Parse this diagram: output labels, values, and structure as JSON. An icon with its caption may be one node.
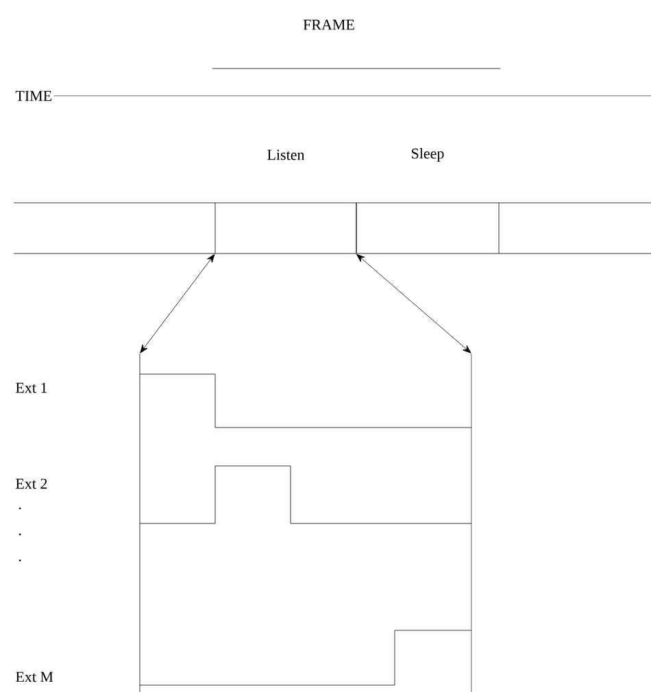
{
  "diagram": {
    "title": "FRAME",
    "nodes": [
      {
        "text": [
          "Listen"
        ]
      },
      {
        "text": [
          "Sleep"
        ]
      }
    ],
    "edges": [
      {
        "from": 0,
        "to": null,
        "arrow": "both"
      },
      {
        "from": 1,
        "to": null,
        "arrow": "both"
      }
    ],
    "labels": [
      "TIME",
      "Ext 1",
      "Ext 2",
      ".",
      ".",
      ".",
      "Ext M"
    ]
  }
}
